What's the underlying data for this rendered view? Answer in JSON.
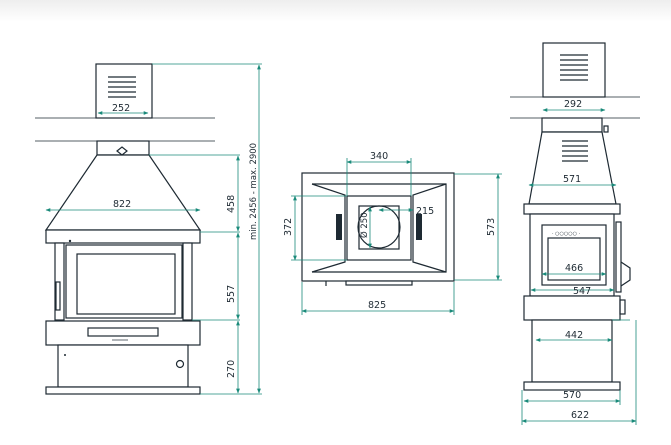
{
  "colors": {
    "ink": "#1e2a33",
    "dimension": "#1a8a7a",
    "background": "#ffffff"
  },
  "front_view": {
    "flue_width": "252",
    "hood_width": "822",
    "hood_height": "458",
    "total_height": "min. 2456 - max. 2900",
    "firebox_height": "557",
    "base_height": "270"
  },
  "top_view": {
    "flue_width": "340",
    "side_depth": "372",
    "flue_diameter": "Ø 250",
    "flue_offset": "215",
    "total_depth": "573",
    "total_width": "825"
  },
  "side_view": {
    "flue_width": "292",
    "hood_width": "571",
    "glass_width": "466",
    "firebox_width": "547",
    "base_inner_width": "442",
    "base_width": "570",
    "total_width": "622"
  }
}
